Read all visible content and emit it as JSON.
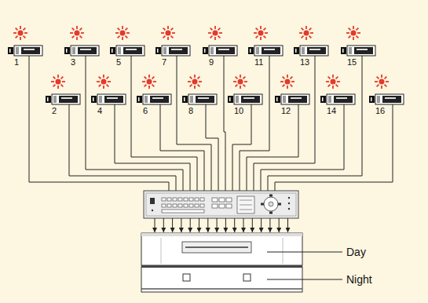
{
  "diagram": {
    "labels": [
      "1",
      "2",
      "3",
      "4",
      "5",
      "6",
      "7",
      "8",
      "9",
      "10",
      "11",
      "12",
      "13",
      "14",
      "15",
      "16",
      "Day",
      "Night"
    ]
  }
}
